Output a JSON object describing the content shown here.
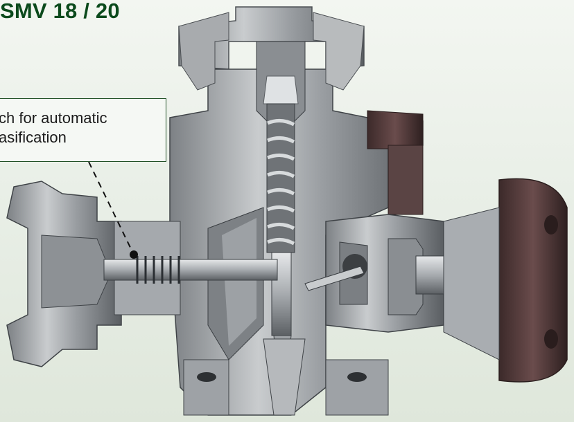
{
  "title": "SMV 18 / 20",
  "callout": {
    "line1": "ch for automatic",
    "line2": "asification"
  },
  "colors": {
    "title": "#0b4a1c",
    "callout_border": "#1f4f24",
    "metal_light": "#c9ccce",
    "metal_dark": "#5a5e62",
    "flange_dark": "#4a3535"
  }
}
